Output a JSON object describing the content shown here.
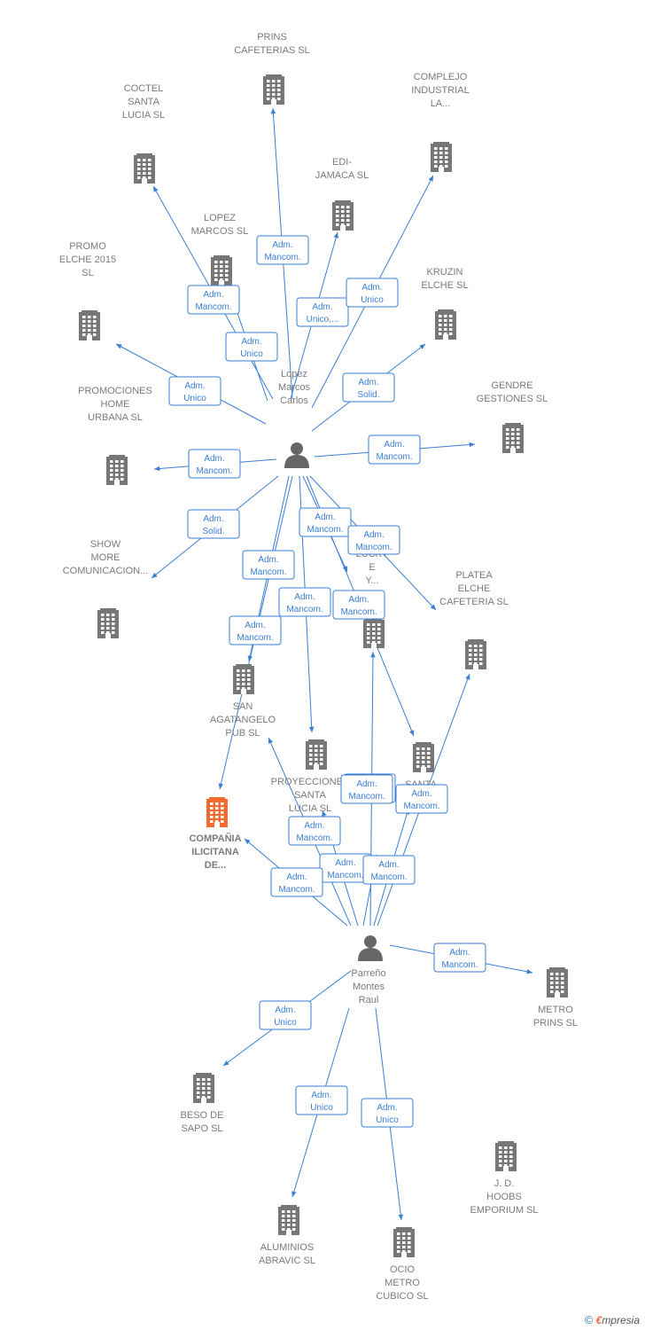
{
  "colors": {
    "edge": "#3a7fd5",
    "company": "#777777",
    "highlight": "#f26a2e",
    "person": "#666666",
    "label": "#7a7a7a"
  },
  "persons": [
    {
      "id": "lopez",
      "lines": [
        "Lopez",
        "Marcos",
        "Carlos"
      ]
    },
    {
      "id": "parreno",
      "lines": [
        "Parreño",
        "Montes",
        "Raul"
      ]
    }
  ],
  "companies": [
    {
      "id": "prins",
      "lines": [
        "PRINS",
        "CAFETERIAS SL"
      ]
    },
    {
      "id": "coctel",
      "lines": [
        "COCTEL",
        "SANTA",
        "LUCIA  SL"
      ]
    },
    {
      "id": "complejo",
      "lines": [
        "COMPLEJO",
        "INDUSTRIAL",
        "LA..."
      ]
    },
    {
      "id": "edi",
      "lines": [
        "EDI-",
        "JAMACA SL"
      ]
    },
    {
      "id": "lopezsl",
      "lines": [
        "LOPEZ",
        "MARCOS SL"
      ]
    },
    {
      "id": "promo",
      "lines": [
        "PROMO",
        "ELCHE 2015",
        "SL"
      ]
    },
    {
      "id": "kruzin",
      "lines": [
        "KRUZIN",
        "ELCHE  SL"
      ]
    },
    {
      "id": "gendre",
      "lines": [
        "GENDRE",
        "GESTIONES SL"
      ]
    },
    {
      "id": "promociones",
      "lines": [
        "PROMOCIONES",
        "HOME",
        "URBANA  SL"
      ]
    },
    {
      "id": "show",
      "lines": [
        "SHOW",
        "MORE",
        "COMUNICACION..."
      ]
    },
    {
      "id": "lucky",
      "lines": [
        "LUCKY",
        "E",
        "Y..."
      ]
    },
    {
      "id": "platea",
      "lines": [
        "PLATEA",
        "ELCHE",
        "CAFETERIA  SL"
      ]
    },
    {
      "id": "sanag",
      "lines": [
        "SAN",
        "AGATANGELO",
        "PUB  SL"
      ]
    },
    {
      "id": "proy",
      "lines": [
        "PROYECCIONES",
        "SANTA",
        "LUCIA  SL"
      ]
    },
    {
      "id": "santa",
      "lines": [
        "SANTA",
        "CA..."
      ]
    },
    {
      "id": "compania",
      "lines": [
        "COMPAÑIA",
        "ILICITANA",
        "DE..."
      ],
      "highlight": true
    },
    {
      "id": "metro",
      "lines": [
        "METRO",
        "PRINS  SL"
      ]
    },
    {
      "id": "beso",
      "lines": [
        "BESO DE",
        "SAPO  SL"
      ]
    },
    {
      "id": "jd",
      "lines": [
        "J.  D.",
        "HOOBS",
        "EMPORIUM SL"
      ]
    },
    {
      "id": "alum",
      "lines": [
        "ALUMINIOS",
        "ABRAVIC SL"
      ]
    },
    {
      "id": "ocio",
      "lines": [
        "OCIO",
        "METRO",
        "CUBICO SL"
      ]
    }
  ],
  "roles": [
    {
      "lines": [
        "Adm.",
        "Mancom."
      ]
    },
    {
      "lines": [
        "Adm.",
        "Mancom."
      ]
    },
    {
      "lines": [
        "Adm.",
        "Unico"
      ]
    },
    {
      "lines": [
        "Adm.",
        "Unico,..."
      ]
    },
    {
      "lines": [
        "Adm.",
        "Unico"
      ]
    },
    {
      "lines": [
        "Adm.",
        "Unico"
      ]
    },
    {
      "lines": [
        "Adm.",
        "Solid."
      ]
    },
    {
      "lines": [
        "Adm.",
        "Mancom."
      ]
    },
    {
      "lines": [
        "Adm.",
        "Mancom."
      ]
    },
    {
      "lines": [
        "Adm.",
        "Solid."
      ]
    },
    {
      "lines": [
        "Adm.",
        "Mancom."
      ]
    },
    {
      "lines": [
        "Adm.",
        "Mancom."
      ]
    },
    {
      "lines": [
        "Adm.",
        "Mancom."
      ]
    },
    {
      "lines": [
        "Adm.",
        "Mancom."
      ]
    },
    {
      "lines": [
        "Adm.",
        "Mancom."
      ]
    },
    {
      "lines": [
        "Adm.",
        "Mancom."
      ]
    },
    {
      "lines": [
        "Adm.",
        "Mancom."
      ]
    },
    {
      "lines": [
        "Adm.",
        "Mancom."
      ]
    },
    {
      "lines": [
        "Adm.",
        "Mancom."
      ]
    },
    {
      "lines": [
        "Adm.",
        "Mancom."
      ]
    },
    {
      "lines": [
        "Adm.",
        "Mancom."
      ]
    },
    {
      "lines": [
        "Adm.",
        "Mancom."
      ]
    },
    {
      "lines": [
        "Adm.",
        "Mancom."
      ]
    },
    {
      "lines": [
        "Adm.",
        "Mancom."
      ]
    },
    {
      "lines": [
        "Adm.",
        "Unico"
      ]
    },
    {
      "lines": [
        "Adm.",
        "Unico"
      ]
    },
    {
      "lines": [
        "Adm.",
        "Unico"
      ]
    }
  ],
  "copyright": {
    "symbol": "©",
    "brand_initial": "€",
    "brand_rest": "mpresia"
  }
}
